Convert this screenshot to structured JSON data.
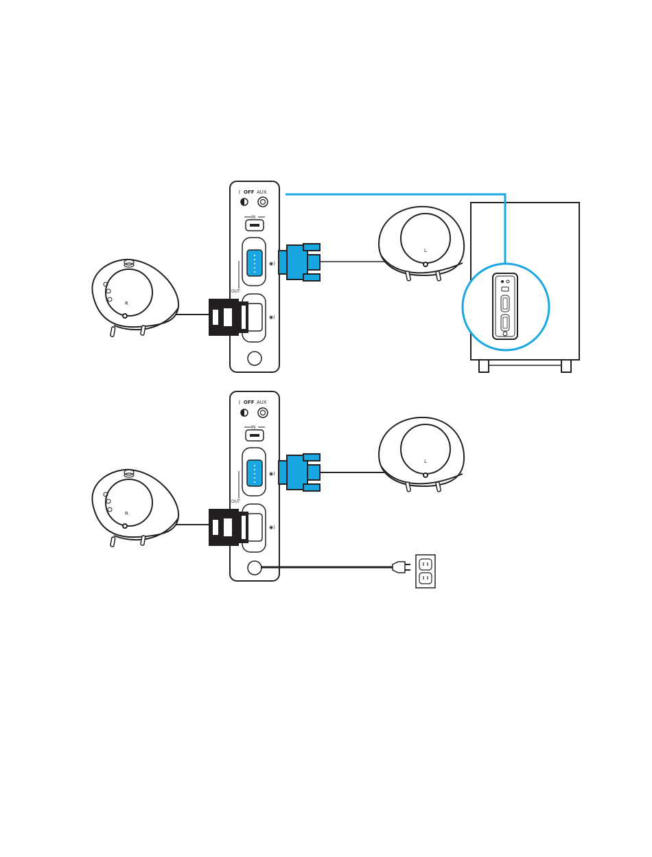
{
  "colors": {
    "accent": "#1aa6e0",
    "ink": "#231f20",
    "paper": "#ffffff"
  },
  "panel": {
    "bt_off_label": "OFF",
    "aux_label": "AUX",
    "in_label": "IN",
    "out_label": "OUT"
  },
  "speakers": {
    "right_label": "R",
    "left_label": "L"
  },
  "icons": [
    "bluetooth-icon",
    "sound-wave-icon",
    "power-outlet-icon",
    "power-plug-icon",
    "db9-connector-icon"
  ]
}
